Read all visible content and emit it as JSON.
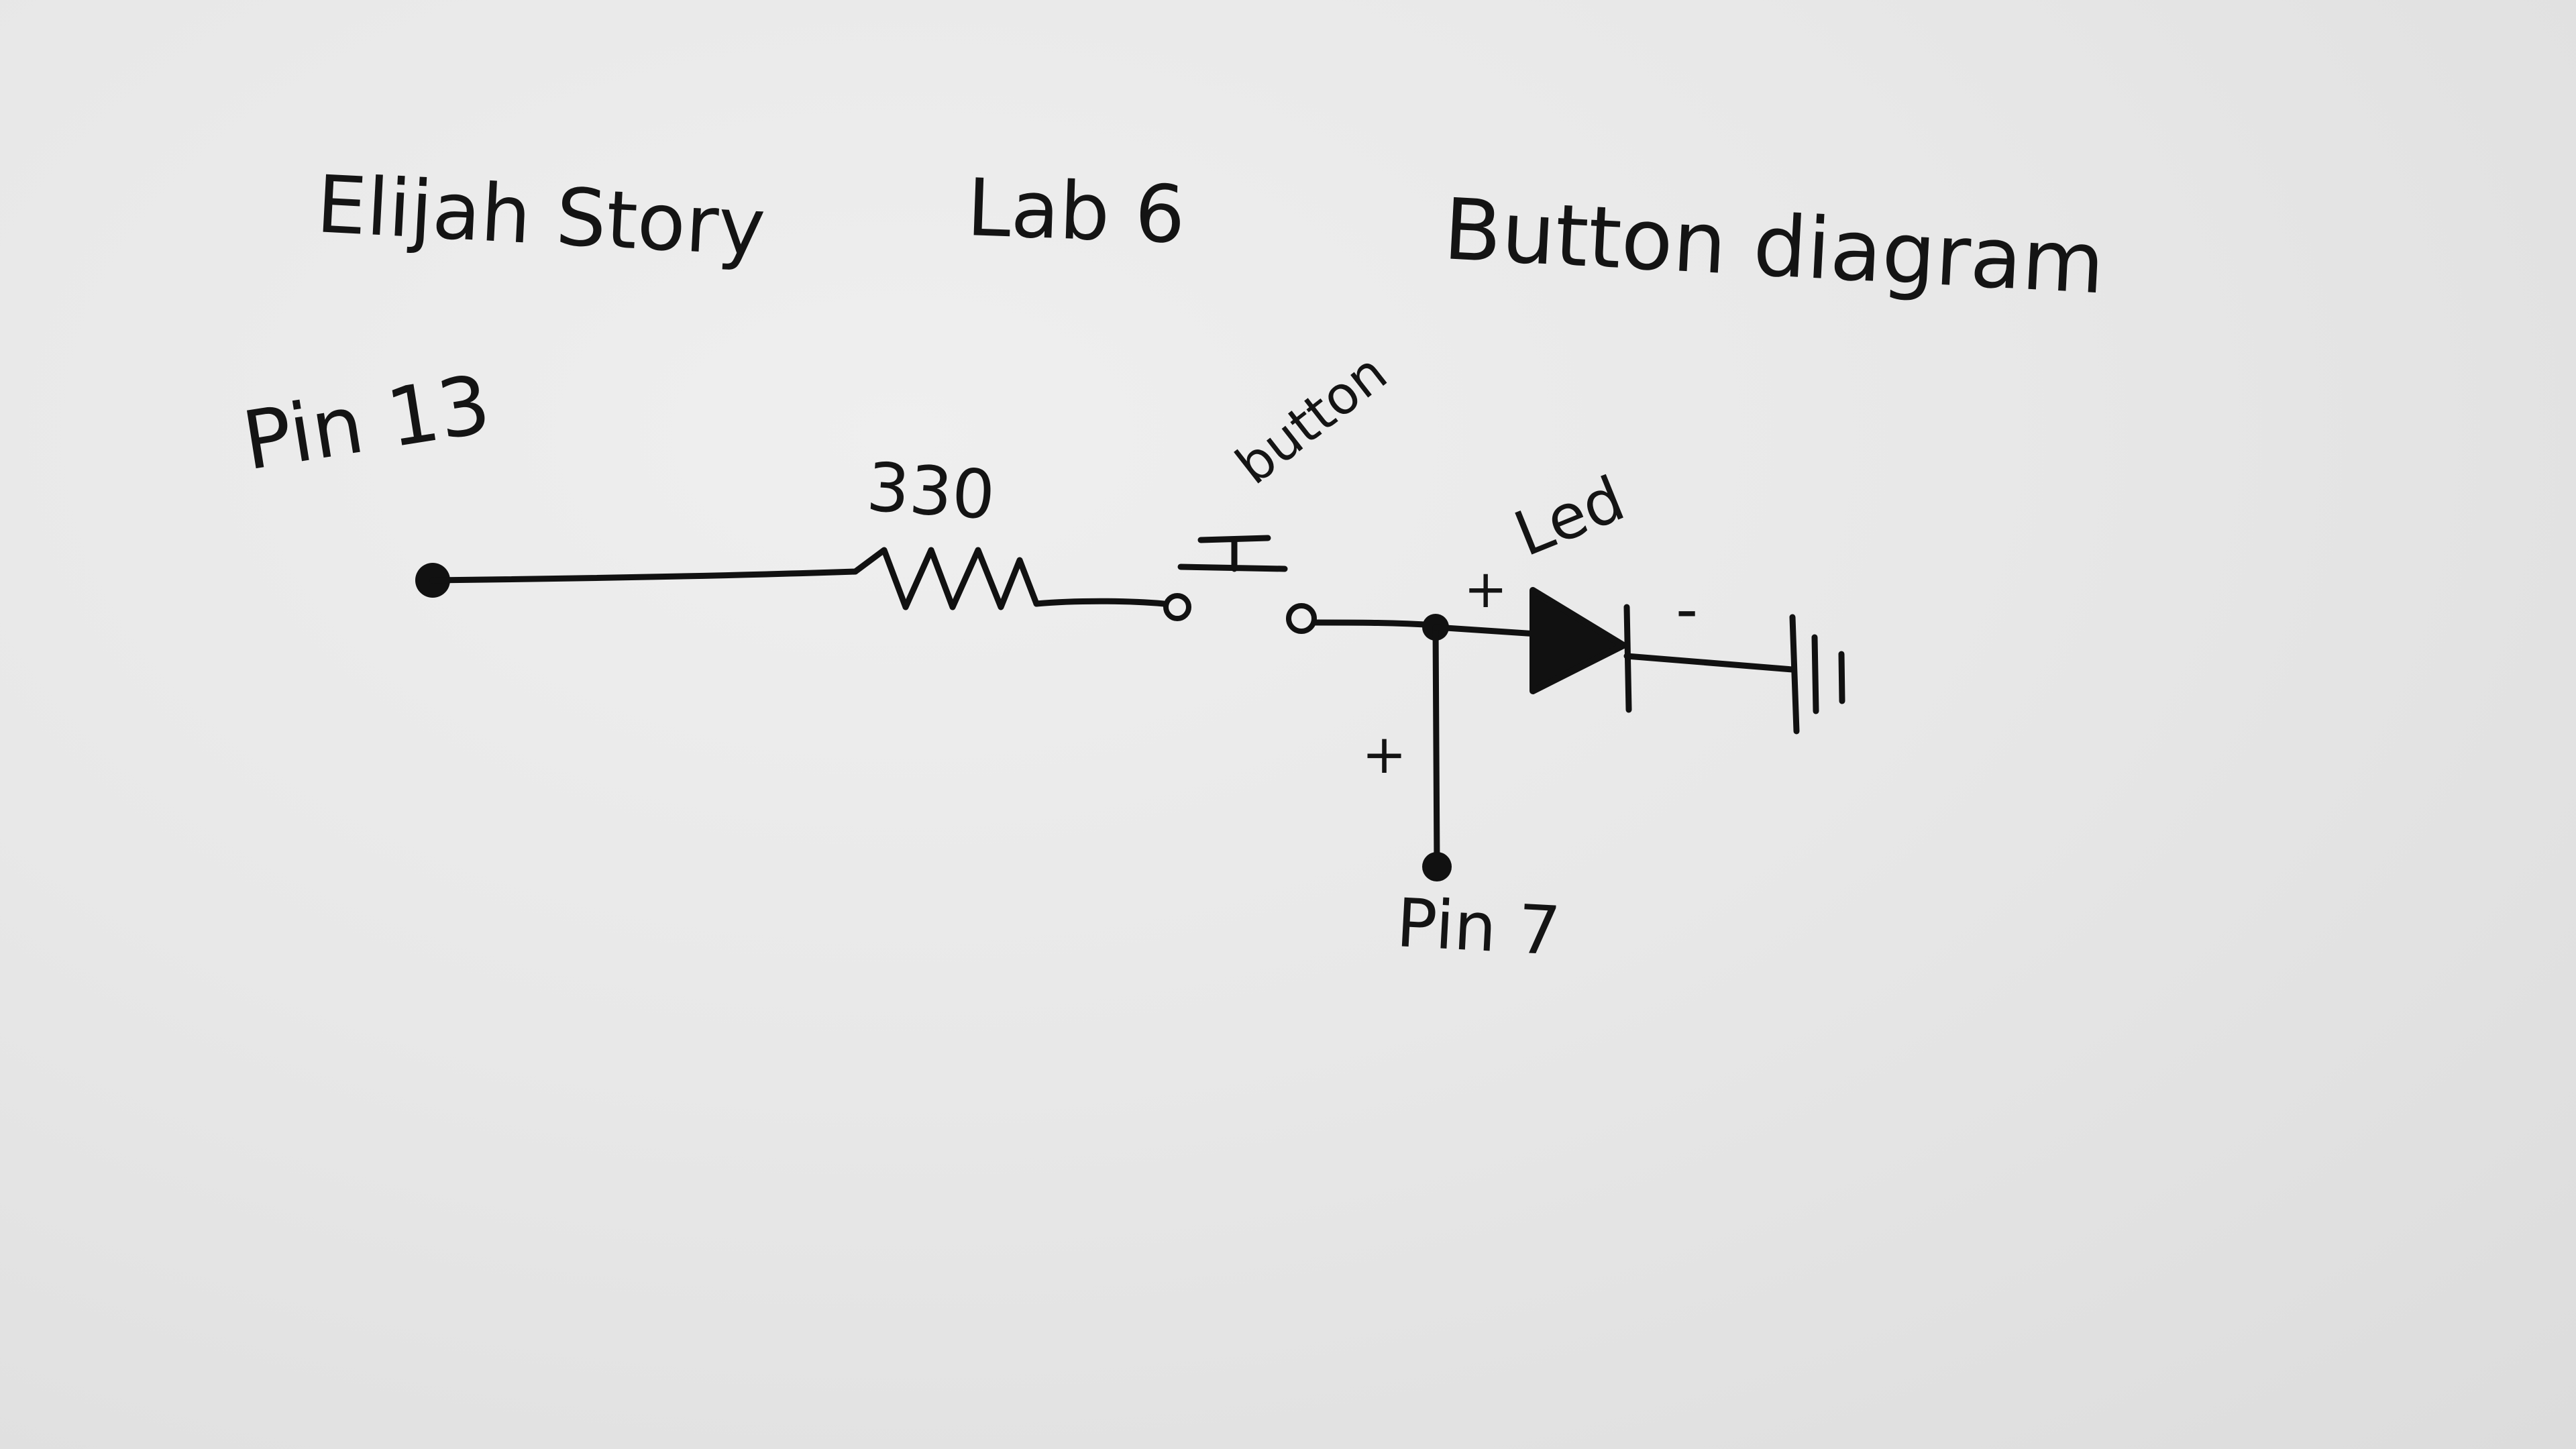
{
  "title": {
    "author": "Elijah Story",
    "lab": "Lab 6",
    "subject": "Button diagram"
  },
  "labels": {
    "pin_in": "Pin 13",
    "resistor": "330",
    "button": "button",
    "led": "Led",
    "led_plus": "+",
    "led_minus": "-",
    "branch_plus": "+",
    "pin_out": "Pin 7"
  },
  "colors": {
    "ink": "#111111",
    "paper": "#e9e9e9"
  }
}
